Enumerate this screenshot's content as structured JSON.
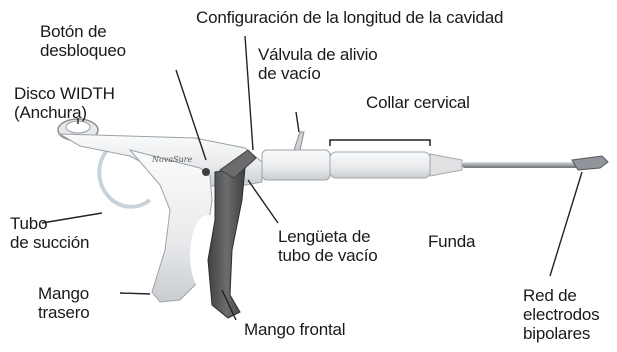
{
  "brand_mark": "NovaSure",
  "labels": {
    "release_button": "Botón de\ndesbloqueo",
    "cavity_length": "Configuración de la longitud de la cavidad",
    "vacuum_relief": "Válvula de alivio\nde vacío",
    "width_dial": "Disco WIDTH\n(Anchura)",
    "cervical_collar": "Collar cervical",
    "suction_tube": "Tubo\nde succión",
    "vacuum_tab": "Lengüeta de\ntubo de vacío",
    "sheath": "Funda",
    "rear_handle": "Mango\ntrasero",
    "front_handle": "Mango frontal",
    "electrode_array": "Red de\nelectrodos\nbipolares"
  },
  "colors": {
    "body": "#eceef0",
    "front_handle": "#555759",
    "text": "#1a1a1a",
    "leader": "#222222"
  }
}
